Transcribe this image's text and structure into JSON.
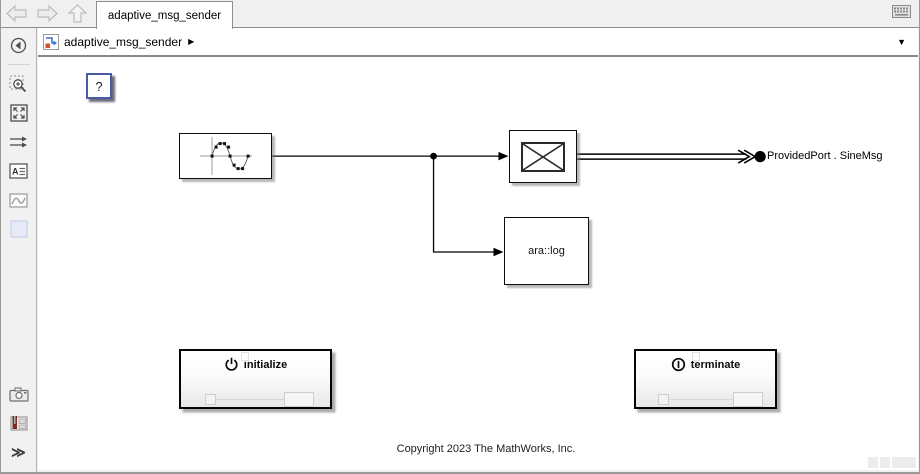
{
  "titlebar": {
    "tab": "adaptive_msg_sender"
  },
  "breadcrumb": {
    "model": "adaptive_msg_sender",
    "arrow_glyph": "▶",
    "dropdown_glyph": "▼"
  },
  "palette": {
    "expand_glyph": "≫"
  },
  "canvas": {
    "help_block": "?",
    "blocks": {
      "log_label": "ara::log",
      "initialize_label": "initialize",
      "terminate_label": "terminate"
    },
    "port_label": "ProvidedPort . SineMsg",
    "copyright": "Copyright 2023 The MathWorks, Inc."
  },
  "colors": {
    "accent_help_border": "#4a5ba6",
    "canvas_bg": "#ffffff",
    "chrome_bg": "#f0f0f0",
    "wire": "#000000"
  }
}
